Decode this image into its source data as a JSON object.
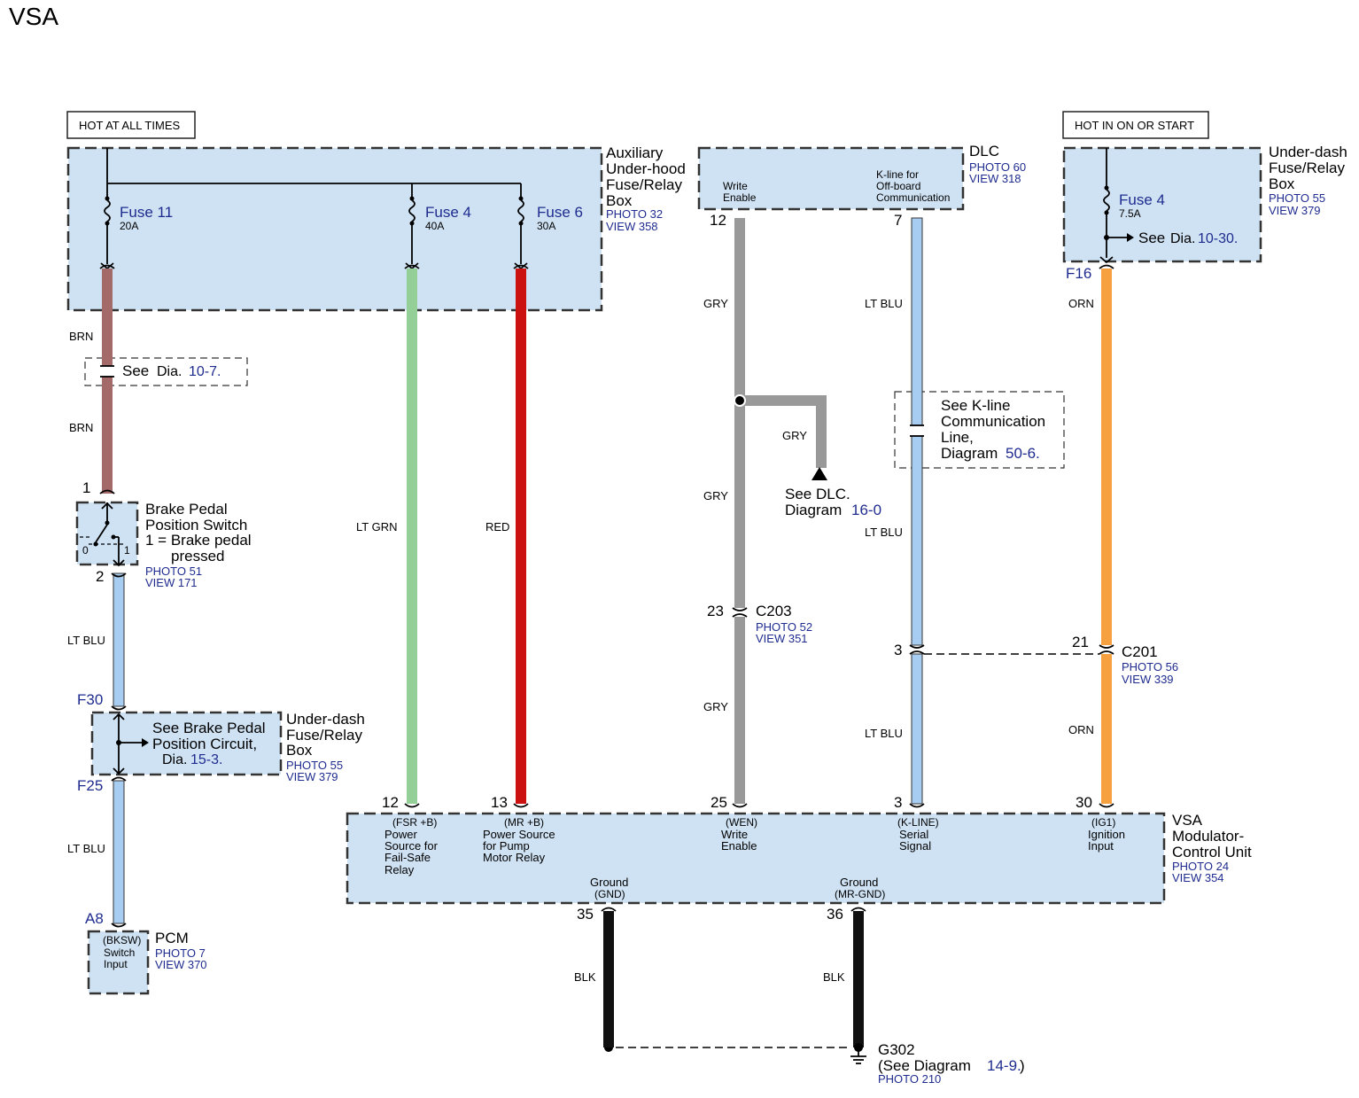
{
  "title": "VSA",
  "hot_always": "HOT AT ALL TIMES",
  "hot_on": "HOT IN ON OR START",
  "aux_box": {
    "name_lines": [
      "Auxiliary",
      "Under-hood",
      "Fuse/Relay",
      "Box"
    ],
    "photo": "PHOTO 32",
    "view": "VIEW 358"
  },
  "fuse11": {
    "name": "Fuse 11",
    "amp": "20A"
  },
  "fuse4a": {
    "name": "Fuse 4",
    "amp": "40A"
  },
  "fuse6": {
    "name": "Fuse 6",
    "amp": "30A"
  },
  "dlc": {
    "name": "DLC",
    "photo": "PHOTO 60",
    "view": "VIEW 318",
    "write_lines": [
      "Write",
      "Enable"
    ],
    "kline_lines": [
      "K-line for",
      "Off-board",
      "Communication"
    ],
    "pin_write": "12",
    "pin_kline": "7"
  },
  "underdash_top": {
    "name_lines": [
      "Under-dash",
      "Fuse/Relay",
      "Box"
    ],
    "photo": "PHOTO 55",
    "view": "VIEW 379",
    "fuse_name": "Fuse 4",
    "fuse_amp": "7.5A",
    "see": "See",
    "dia": "Dia.",
    "dia_ref": "10-30.",
    "terminal": "F16"
  },
  "wires": {
    "brn": "BRN",
    "lt_grn": "LT GRN",
    "red": "RED",
    "gry": "GRY",
    "lt_blu": "LT BLU",
    "orn": "ORN",
    "blk": "BLK"
  },
  "see_107": {
    "see": "See",
    "dia": "Dia.",
    "ref": "10-7."
  },
  "brake_switch": {
    "pin_top": "1",
    "pin_bottom": "2",
    "lines": [
      "Brake Pedal",
      "Position Switch",
      "1 = Brake pedal",
      "pressed"
    ],
    "photo": "PHOTO 51",
    "view": "VIEW 171",
    "pos0": "0",
    "pos1": "1"
  },
  "underdash_mid": {
    "term_top": "F30",
    "term_bottom": "F25",
    "see_lines": [
      "See Brake Pedal",
      "Position Circuit,"
    ],
    "dia": "Dia.",
    "ref": "15-3.",
    "name_lines": [
      "Under-dash",
      "Fuse/Relay",
      "Box"
    ],
    "photo": "PHOTO 55",
    "view": "VIEW 379"
  },
  "pcm": {
    "terminal": "A8",
    "name": "PCM",
    "photo": "PHOTO 7",
    "view": "VIEW 370",
    "lines": [
      "(BKSW)",
      "Switch",
      "Input"
    ]
  },
  "see_dlc": {
    "line1": "See DLC.",
    "line2": "Diagram",
    "ref": "16-0"
  },
  "see_kline": {
    "lines": [
      "See K-line",
      "Communication",
      "Line,"
    ],
    "diagram": "Diagram",
    "ref": "50-6."
  },
  "c203": {
    "name": "C203",
    "pin": "23",
    "photo": "PHOTO 52",
    "view": "VIEW 351"
  },
  "c201": {
    "name": "C201",
    "pin_left": "3",
    "pin_right": "21",
    "photo": "PHOTO 56",
    "view": "VIEW 339"
  },
  "vsa": {
    "name_lines": [
      "VSA",
      "Modulator-",
      "Control Unit"
    ],
    "photo": "PHOTO 24",
    "view": "VIEW 354",
    "pins": [
      {
        "num": "12",
        "code": "(FSR +B)",
        "lines": [
          "Power",
          "Source for",
          "Fail-Safe",
          "Relay"
        ]
      },
      {
        "num": "13",
        "code": "(MR +B)",
        "lines": [
          "Power Source",
          "for Pump",
          "Motor Relay"
        ]
      },
      {
        "num": "25",
        "code": "(WEN)",
        "lines": [
          "Write",
          "Enable"
        ]
      },
      {
        "num": "3",
        "code": "(K-LINE)",
        "lines": [
          "Serial",
          "Signal"
        ]
      },
      {
        "num": "30",
        "code": "(IG1)",
        "lines": [
          "Ignition",
          "Input"
        ]
      }
    ],
    "grounds": [
      {
        "num": "35",
        "label": "Ground",
        "code": "(GND)"
      },
      {
        "num": "36",
        "label": "Ground",
        "code": "(MR-GND)"
      }
    ]
  },
  "g302": {
    "name": "G302",
    "see_prefix": "(See  Diagram",
    "ref": "14-9.",
    "suffix": ")",
    "photo": "PHOTO 210"
  },
  "colors": {
    "brn": "#a46a6a",
    "lt_grn": "#93cf96",
    "red": "#cc1111",
    "gry": "#999999",
    "lt_blu": "#a8cdf2",
    "orn": "#f6a040",
    "blk": "#111111",
    "box_fill": "#cfe2f3",
    "link_blue": "#1f2c8f"
  }
}
